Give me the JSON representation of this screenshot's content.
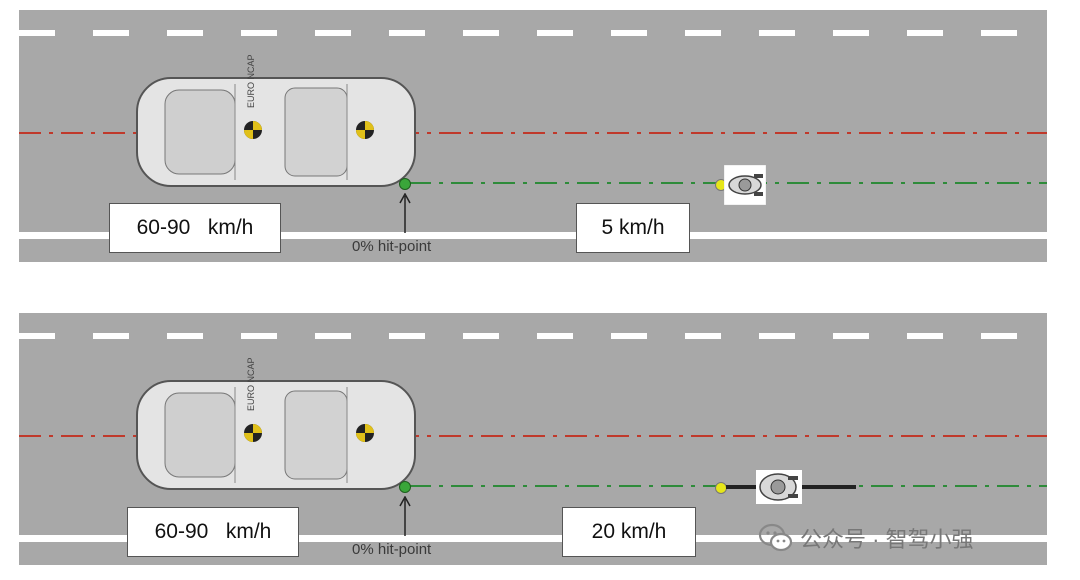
{
  "scenarios": [
    {
      "car_speed": "60-90   km/h",
      "target_speed": "5 km/h",
      "hit_point": "0% hit-point",
      "target_type": "pedestrian",
      "car_marking": "EURO NCAP"
    },
    {
      "car_speed": "60-90   km/h",
      "target_speed": "20 km/h",
      "hit_point": "0% hit-point",
      "target_type": "cyclist",
      "car_marking": "EURO NCAP"
    }
  ],
  "watermark": "公众号 · 智驾小强",
  "colors": {
    "road": "#a8a8a8",
    "red_line": "#c0392b",
    "green_line": "#2e8b3a",
    "target_dot": "#e6e619"
  }
}
